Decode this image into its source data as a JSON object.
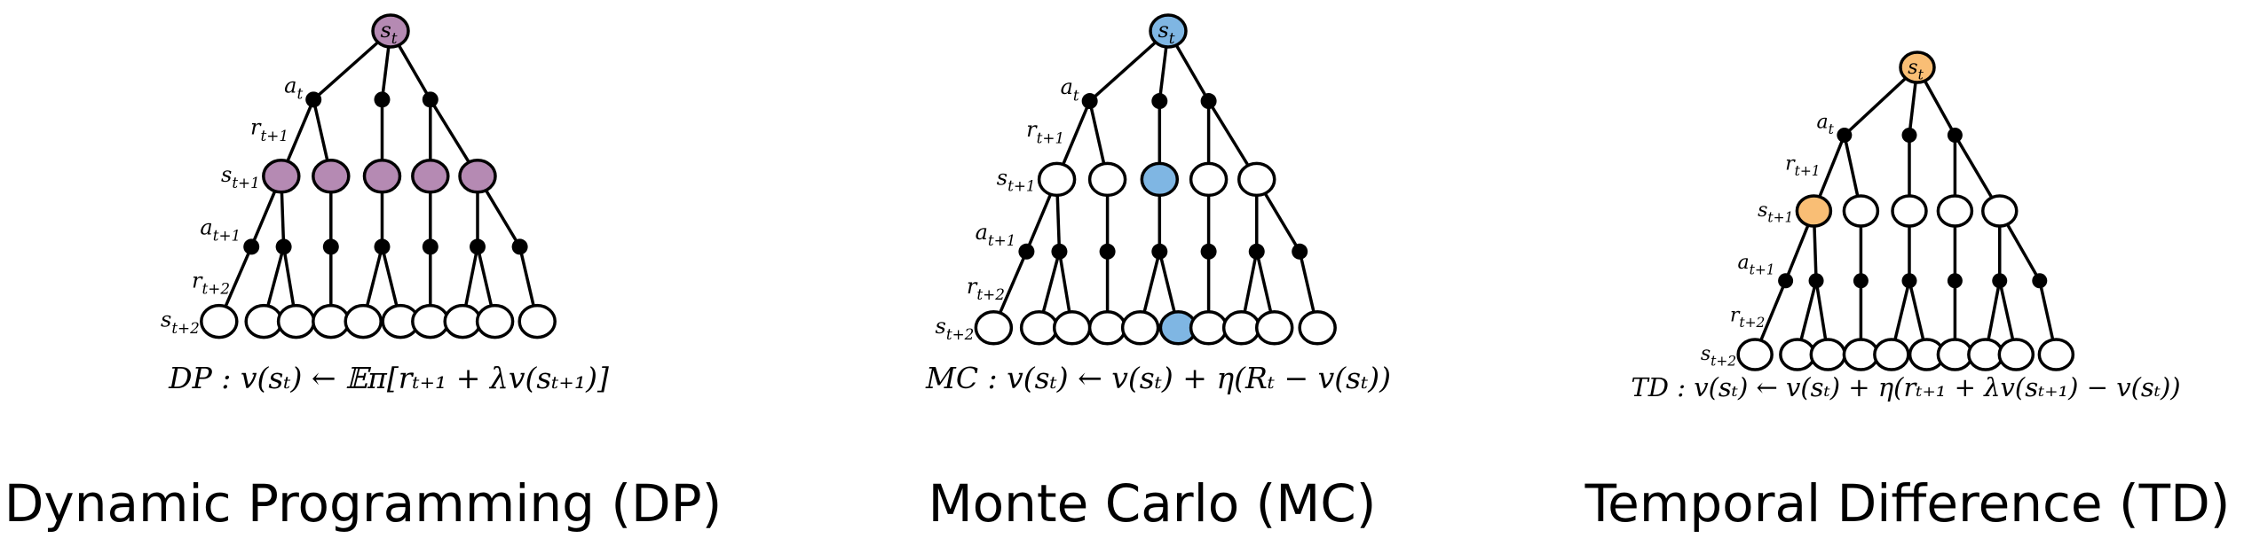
{
  "colors": {
    "dp_highlight": "#b58ab3",
    "mc_highlight": "#7fb6e3",
    "td_highlight": "#f9be75",
    "line": "#000000",
    "empty_state": "#ffffff"
  },
  "node_labels": {
    "s_root": {
      "base": "s",
      "sub": "t"
    },
    "a_first": {
      "base": "a",
      "sub": "t"
    },
    "r_first": {
      "base": "r",
      "sub": "t+1"
    },
    "s_second": {
      "base": "s",
      "sub": "t+1"
    },
    "a_second": {
      "base": "a",
      "sub": "t+1"
    },
    "r_second": {
      "base": "r",
      "sub": "t+2"
    },
    "s_third": {
      "base": "s",
      "sub": "t+2"
    }
  },
  "panels": [
    {
      "id": "dp",
      "caption": "Dynamic Programming (DP)",
      "equation": "DP : v(sₜ) ← 𝔼π[rₜ₊₁ + λv(sₜ₊₁)]",
      "highlight": "dp_highlight",
      "highlighted_states": [
        "root",
        "m0",
        "m1",
        "m2",
        "m3",
        "m4"
      ]
    },
    {
      "id": "mc",
      "caption": "Monte Carlo (MC)",
      "equation": "MC : v(sₜ) ← v(sₜ) + η(Rₜ − v(sₜ))",
      "highlight": "mc_highlight",
      "highlighted_states": [
        "root",
        "m2",
        "l5"
      ]
    },
    {
      "id": "td",
      "caption": "Temporal Difference (TD)",
      "equation": "TD : v(sₜ) ← v(sₜ) + η(rₜ₊₁ + λv(sₜ₊₁) − v(sₜ))",
      "highlight": "td_highlight",
      "highlighted_states": [
        "root",
        "m0"
      ]
    }
  ]
}
